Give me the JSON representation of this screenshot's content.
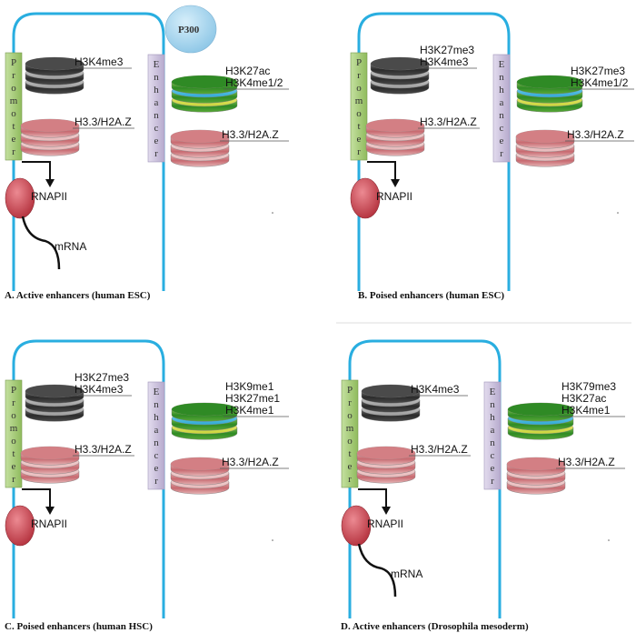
{
  "panels": [
    {
      "caption": "A. Active enhancers (human ESC)",
      "promoter_label": "Promoter",
      "enhancer_label": "Enhancer",
      "promoter_dark_marks": [
        "H3K4me3"
      ],
      "promoter_red_marks": [
        "H3.3/H2A.Z"
      ],
      "enhancer_green_marks": [
        "H3K27ac",
        "H3K4me1/2"
      ],
      "enhancer_red_marks": [
        "H3.3/H2A.Z"
      ],
      "polymerase_label": "RNAPII",
      "transcript_label": "mRNA",
      "coactivator_label": "P300"
    },
    {
      "caption": "B. Poised enhancers (human ESC)",
      "promoter_label": "Promoter",
      "enhancer_label": "Enhancer",
      "promoter_dark_marks": [
        "H3K27me3",
        "H3K4me3"
      ],
      "promoter_red_marks": [
        "H3.3/H2A.Z"
      ],
      "enhancer_green_marks": [
        "H3K27me3",
        "H3K4me1/2"
      ],
      "enhancer_red_marks": [
        "H3.3/H2A.Z"
      ],
      "polymerase_label": "RNAPII"
    },
    {
      "caption": "C. Poised enhancers (human HSC)",
      "promoter_label": "Promoter",
      "enhancer_label": "Enhancer",
      "promoter_dark_marks": [
        "H3K27me3",
        "H3K4me3"
      ],
      "promoter_red_marks": [
        "H3.3/H2A.Z"
      ],
      "enhancer_green_marks": [
        "H3K9me1",
        "H3K27me1",
        "H3K4me1"
      ],
      "enhancer_red_marks": [
        "H3.3/H2A.Z"
      ],
      "polymerase_label": "RNAPII"
    },
    {
      "caption": "D. Active enhancers (Drosophila mesoderm)",
      "promoter_label": "Promoter",
      "enhancer_label": "Enhancer",
      "promoter_dark_marks": [
        "H3K4me3"
      ],
      "promoter_red_marks": [
        "H3.3/H2A.Z"
      ],
      "enhancer_green_marks": [
        "H3K79me3",
        "H3K27ac",
        "H3K4me1"
      ],
      "enhancer_red_marks": [
        "H3.3/H2A.Z"
      ],
      "polymerase_label": "RNAPII",
      "transcript_label": "mRNA"
    }
  ],
  "colors": {
    "dna": "#29aee0",
    "promoter_box": "#a8cc78",
    "enhancer_box": "#cbc2de",
    "dark_nucleosome": "#3e3e3e",
    "red_nucleosome": "#c76a70",
    "green_nucleosome": "#2f8a25",
    "cyan_band": "#4fc3e8",
    "polymerase": "#c73c48",
    "p300": "#a9d6ee"
  }
}
